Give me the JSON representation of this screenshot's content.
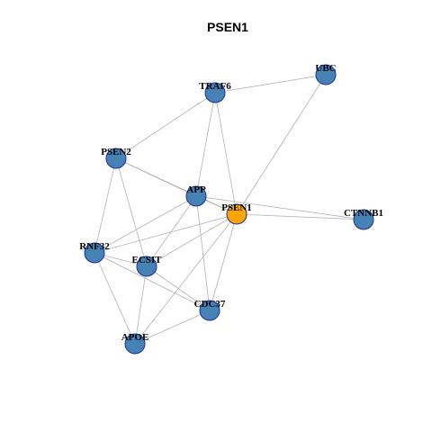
{
  "title": "PSEN1",
  "colors": {
    "node_default": "#4682b4",
    "node_focus": "#ffa500",
    "edge": "#b3b3b3"
  },
  "nodes": [
    {
      "id": "UBC",
      "label": "UBC",
      "focus": false
    },
    {
      "id": "TRAF6",
      "label": "TRAF6",
      "focus": false
    },
    {
      "id": "PSEN2",
      "label": "PSEN2",
      "focus": false
    },
    {
      "id": "APP",
      "label": "APP",
      "focus": false
    },
    {
      "id": "PSEN1",
      "label": "PSEN1",
      "focus": true
    },
    {
      "id": "CTNNB1",
      "label": "CTNNB1",
      "focus": false
    },
    {
      "id": "RNF32",
      "label": "RNF32",
      "focus": false
    },
    {
      "id": "ECSIT",
      "label": "ECSIT",
      "focus": false
    },
    {
      "id": "CDC37",
      "label": "CDC37",
      "focus": false
    },
    {
      "id": "APOE",
      "label": "APOE",
      "focus": false
    }
  ],
  "edges": [
    [
      "TRAF6",
      "UBC"
    ],
    [
      "UBC",
      "PSEN1"
    ],
    [
      "TRAF6",
      "PSEN2"
    ],
    [
      "TRAF6",
      "APP"
    ],
    [
      "TRAF6",
      "PSEN1"
    ],
    [
      "PSEN2",
      "APP"
    ],
    [
      "PSEN2",
      "PSEN1"
    ],
    [
      "PSEN2",
      "RNF32"
    ],
    [
      "PSEN2",
      "ECSIT"
    ],
    [
      "APP",
      "PSEN1"
    ],
    [
      "APP",
      "CTNNB1"
    ],
    [
      "APP",
      "RNF32"
    ],
    [
      "APP",
      "ECSIT"
    ],
    [
      "APP",
      "CDC37"
    ],
    [
      "PSEN1",
      "CTNNB1"
    ],
    [
      "PSEN1",
      "RNF32"
    ],
    [
      "PSEN1",
      "ECSIT"
    ],
    [
      "PSEN1",
      "CDC37"
    ],
    [
      "PSEN1",
      "APOE"
    ],
    [
      "RNF32",
      "ECSIT"
    ],
    [
      "RNF32",
      "CDC37"
    ],
    [
      "RNF32",
      "APOE"
    ],
    [
      "ECSIT",
      "CDC37"
    ],
    [
      "ECSIT",
      "APOE"
    ],
    [
      "CDC37",
      "APOE"
    ]
  ]
}
